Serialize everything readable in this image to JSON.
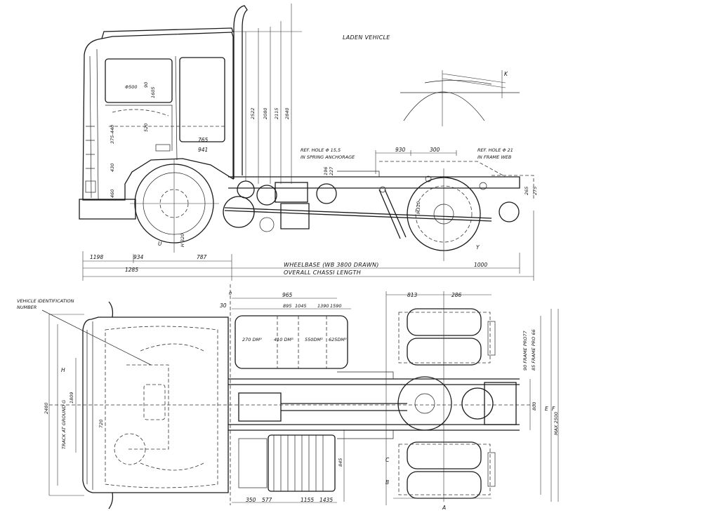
{
  "labels": {
    "lady_vehicle": "LADEN VEHICLE",
    "ref_hole_spring": "REF. HOLE Φ 15,5",
    "ref_hole_spring_2": "IN SPRING ANCHORAGE",
    "ref_hole_frame": "REF. HOLE Φ 21",
    "ref_hole_frame_2": "IN FRAME WEB",
    "wheelbase": "WHEELBASE (WB 3800 DRAWN)",
    "overall_length": "OVERALL CHASSI LENGTH",
    "vehicle_id": "VEHICLE IDENTIFICATION",
    "vehicle_id_2": "NUMBER",
    "track_ground": "TRACK AT GROUND G",
    "max_width": "MAX 2500",
    "frame_pro77": "90 FRAME PRO77",
    "frame_pro66": "85 FRAME PRO 66"
  },
  "side_dims": {
    "d1198": "1198",
    "d934": "934",
    "d787": "787",
    "d1285": "1285",
    "d1000": "1000",
    "d930": "930",
    "d300": "300",
    "d765": "765",
    "d941": "941",
    "d375_440": "375-440",
    "d430": "430",
    "d460": "460",
    "d2522": "2522",
    "d2080": "2080",
    "d2115": "2115",
    "d2840": "2840",
    "d520": "520",
    "d1605": "1605",
    "d90": "90",
    "d500": "Φ500",
    "d196": "196",
    "d227": "227",
    "d265": "265",
    "d275": "275",
    "h320": "H 320",
    "m310": "M310"
  },
  "top_dims": {
    "d965": "965",
    "d30": "30",
    "d895": "895",
    "d1045": "1045",
    "d1390": "1390",
    "d1590": "1590",
    "d813": "813",
    "d286": "286",
    "d350": "350",
    "d577": "577",
    "d1155": "1155",
    "d1435": "1435",
    "d2480": "2480",
    "d1809": "1809",
    "d720": "720",
    "d845": "845",
    "d800": "800",
    "d0": "0"
  },
  "tanks": {
    "t270": "270 DM³",
    "t410": "410 DM³",
    "t550": "550DM³",
    "t625": "625DM³"
  },
  "letters": {
    "a": "A",
    "b": "B",
    "c": "C",
    "e": "E",
    "f": "F",
    "k": "K",
    "y": "Y",
    "h": "H",
    "u": "U"
  }
}
